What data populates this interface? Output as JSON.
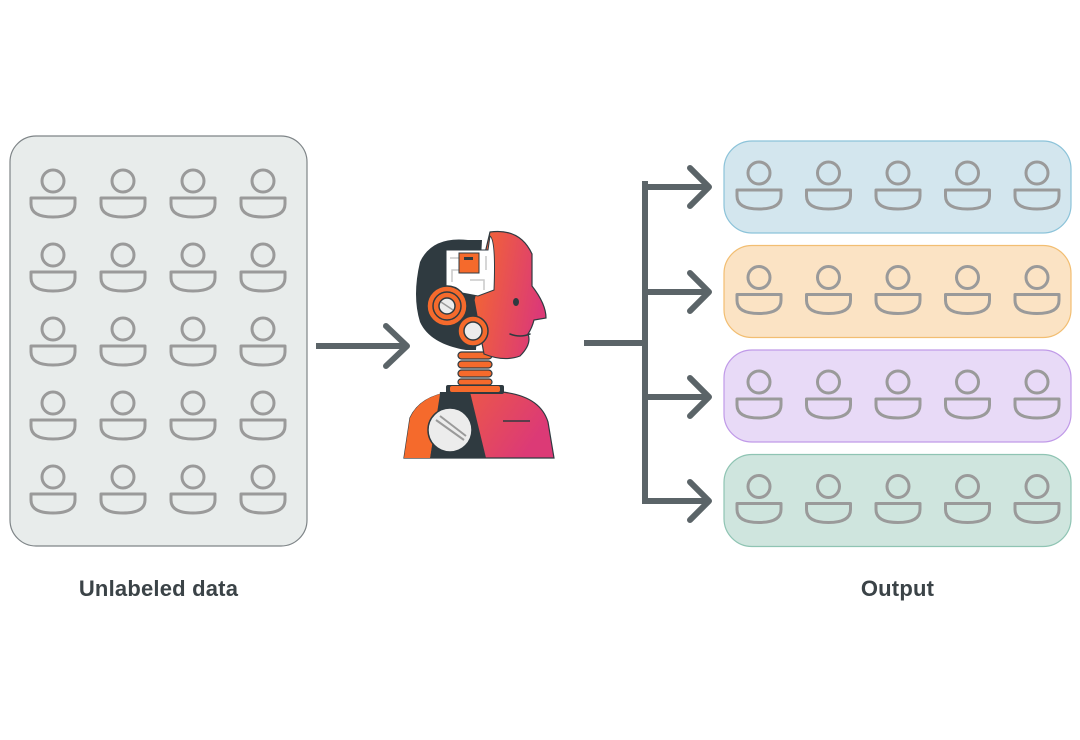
{
  "labels": {
    "input": "Unlabeled data",
    "output": "Output"
  },
  "icons": {
    "data_item": "person-icon",
    "model": "robot-icon",
    "arrow": "arrow-right-icon"
  },
  "colors": {
    "arrow": "#5b6468",
    "person_stroke": "#9a9a9a",
    "input_box_fill": "#e8eceb",
    "input_box_stroke": "#7e8487",
    "caption_text": "#3b4347",
    "output_groups": [
      {
        "fill": "#d3e6ee",
        "stroke": "#8cc3d9"
      },
      {
        "fill": "#fbe3c4",
        "stroke": "#f2be72"
      },
      {
        "fill": "#e8daf7",
        "stroke": "#c09ae8"
      },
      {
        "fill": "#cfe5de",
        "stroke": "#8fc4b3"
      }
    ]
  },
  "input_grid": {
    "rows": 5,
    "cols": 4
  },
  "output_groups": [
    {
      "count": 5
    },
    {
      "count": 5
    },
    {
      "count": 5
    },
    {
      "count": 5
    }
  ]
}
